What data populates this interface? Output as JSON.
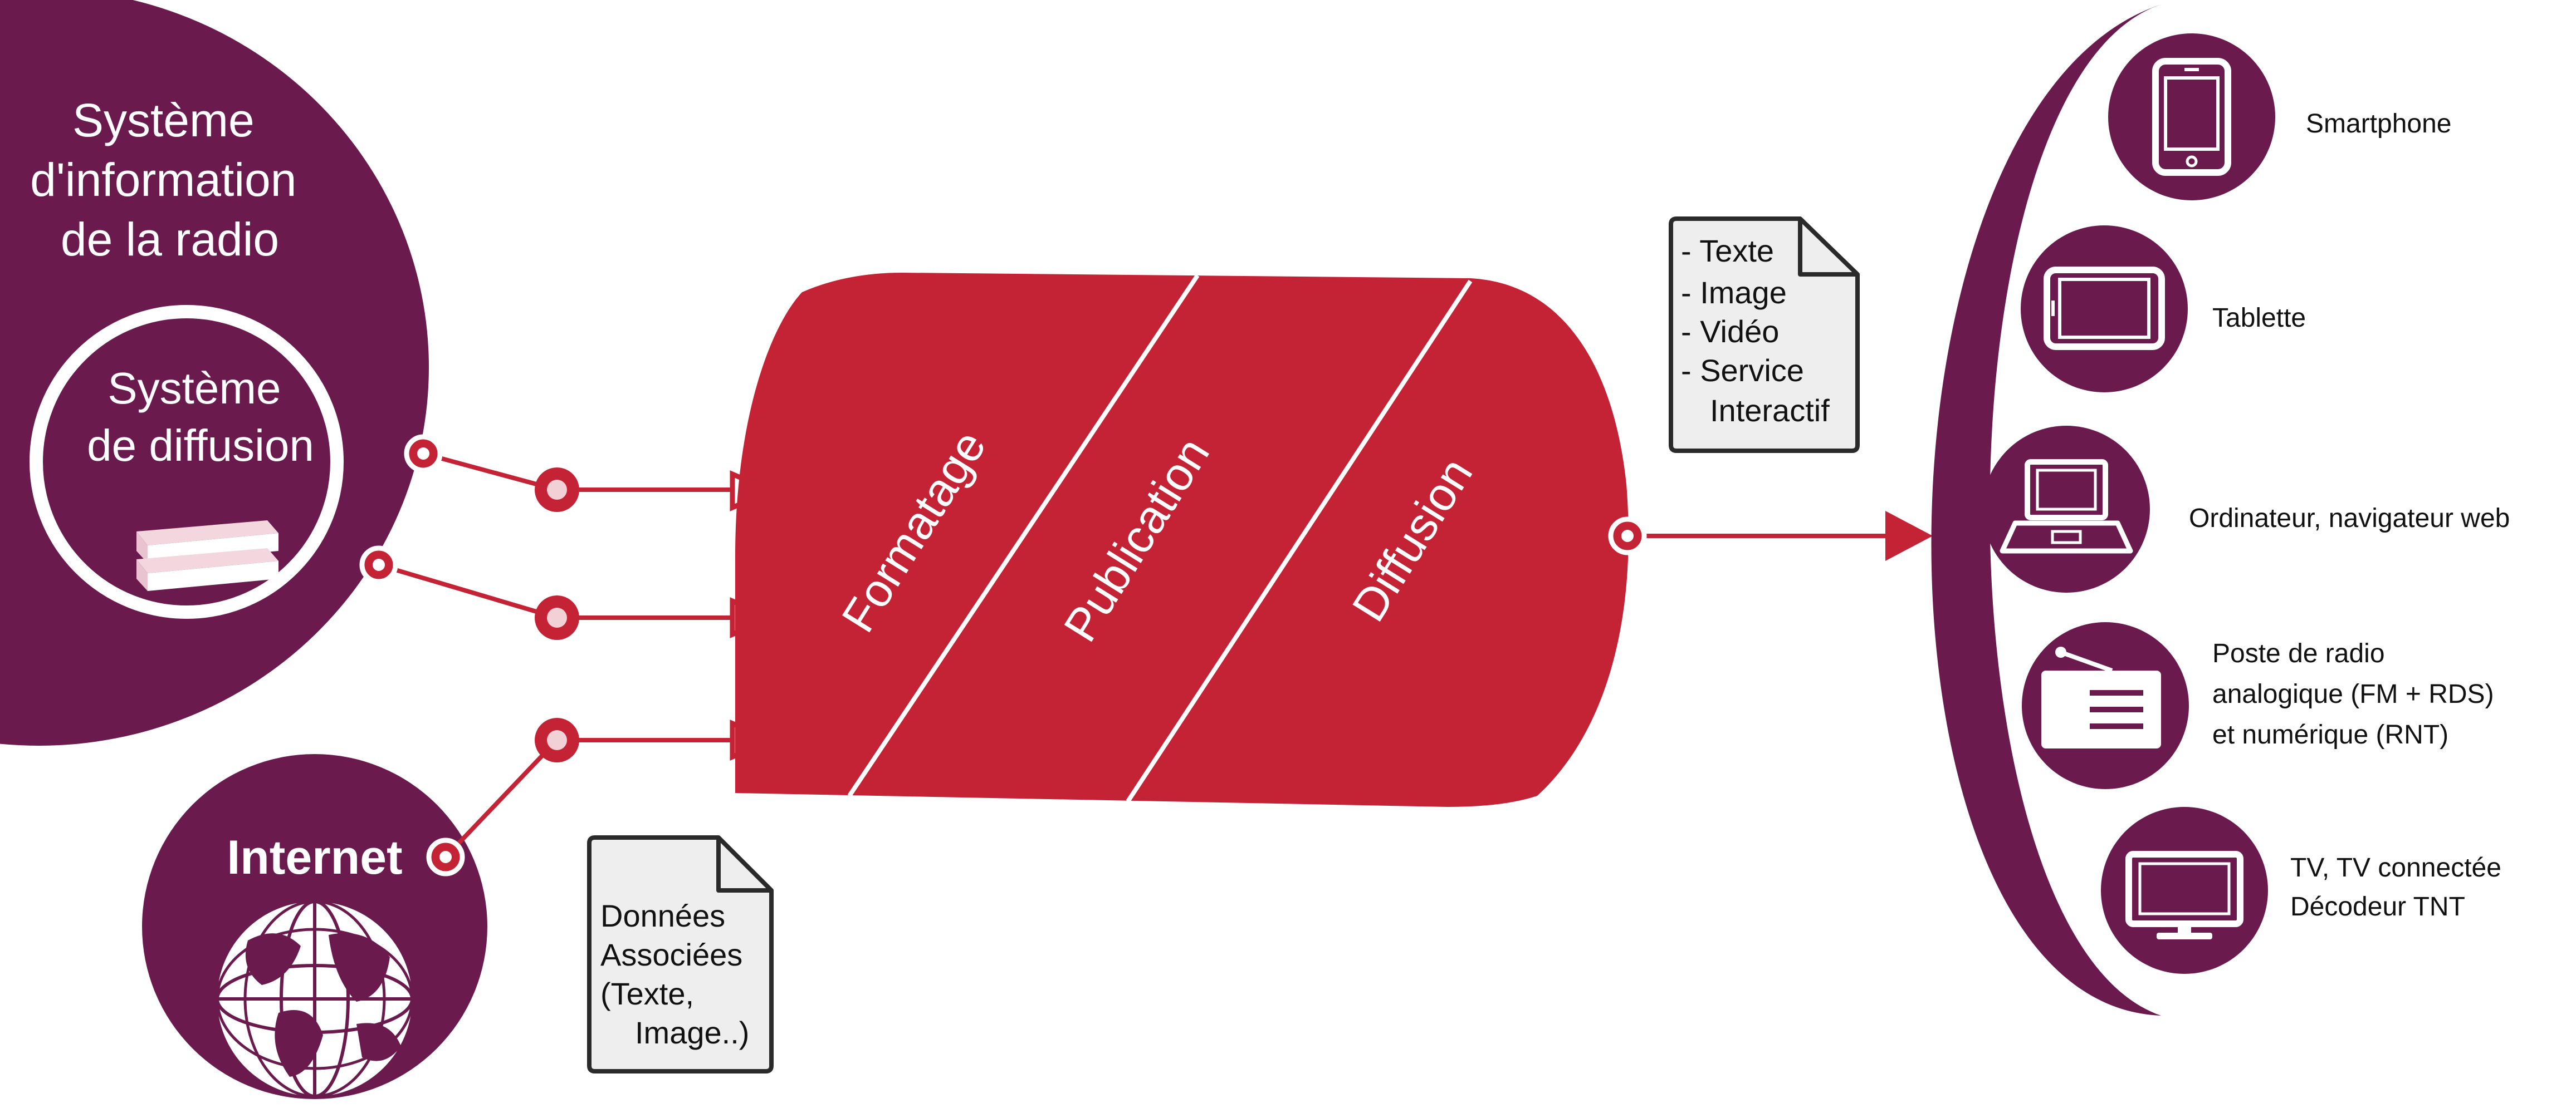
{
  "colors": {
    "plum": "#6b1a4d",
    "red": "#c42336",
    "white": "#ffffff",
    "paper": "#eeeeee",
    "ink": "#2a2a2a",
    "pink_layer": "#f4d6df"
  },
  "source": {
    "outer_label_lines": [
      "Système",
      "d'information",
      "de la radio"
    ],
    "inner_label_lines": [
      "Système",
      "de diffusion"
    ],
    "inner_icon": "stacked-layers-icon"
  },
  "internet": {
    "label": "Internet",
    "icon": "globe-icon"
  },
  "process": {
    "stages": [
      "Formatage",
      "Publication",
      "Diffusion"
    ]
  },
  "documents": {
    "associated_data": [
      "Données",
      "Associées",
      "(Texte,",
      "Image..)"
    ],
    "content_types": [
      "- Texte",
      "- Image",
      "- Vidéo",
      "- Service",
      "Interactif"
    ]
  },
  "devices": [
    {
      "label_lines": [
        "Smartphone"
      ],
      "icon": "smartphone-icon"
    },
    {
      "label_lines": [
        "Tablette"
      ],
      "icon": "tablet-icon"
    },
    {
      "label_lines": [
        "Ordinateur, navigateur web"
      ],
      "icon": "laptop-icon"
    },
    {
      "label_lines": [
        "Poste de radio",
        "analogique (FM + RDS)",
        "et numérique (RNT)"
      ],
      "icon": "radio-icon"
    },
    {
      "label_lines": [
        "TV, TV connectée",
        "Décodeur TNT"
      ],
      "icon": "tv-icon"
    }
  ]
}
